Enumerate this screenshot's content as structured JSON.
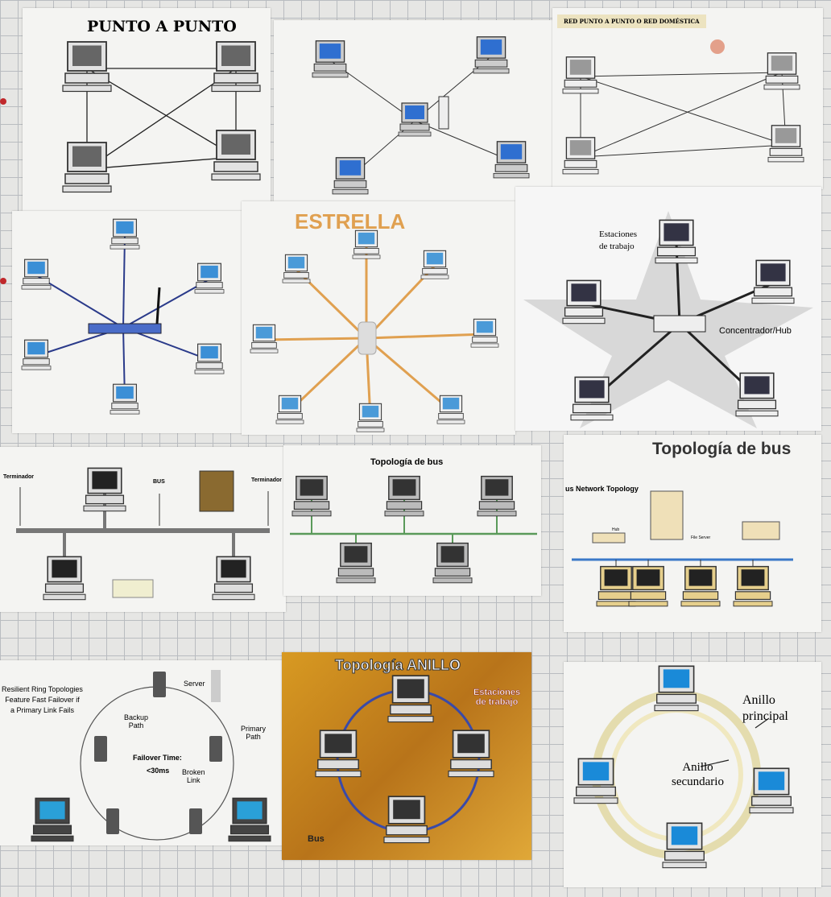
{
  "panels": {
    "p2p": {
      "title": "PUNTO A PUNTO"
    },
    "domestic": {
      "title": "RED PUNTO A PUNTO O RED DOMÉSTICA"
    },
    "estrella": {
      "title": "ESTRELLA"
    },
    "hub_star": {
      "stations_label": "Estaciones\nde trabajo",
      "hub_label": "Concentrador/Hub"
    },
    "bus1": {
      "terminator_left": "Terminador",
      "bus_label": "BUS",
      "terminator_right": "Terminador"
    },
    "bus2": {
      "title": "Topología de bus"
    },
    "bus3": {
      "title": "Topología de bus",
      "subtitle": "us Network Topology",
      "hub_label": "Hub",
      "server_label": "File Server"
    },
    "ring1": {
      "caption": "Resilient Ring Topologies\nFeature Fast Failover if\na Primary Link Fails",
      "server_label": "Server",
      "backup_label": "Backup\nPath",
      "primary_label": "Primary\nPath",
      "failover_label": "Failover Time:",
      "failover_value": "<30ms",
      "broken_label": "Broken\nLink"
    },
    "ring2": {
      "title": "Topología ANILLO",
      "stations_label": "Estaciones\nde trabajo",
      "bus_label": "Bus"
    },
    "ring3": {
      "primary_label": "Anillo\nprincipal",
      "secondary_label": "Anillo\nsecundario"
    }
  },
  "colors": {
    "blue_screen": "#2f6fd0",
    "orange_link": "#e0a050",
    "ring_bg": "#c98a1c",
    "red_accent": "#c0282b"
  }
}
